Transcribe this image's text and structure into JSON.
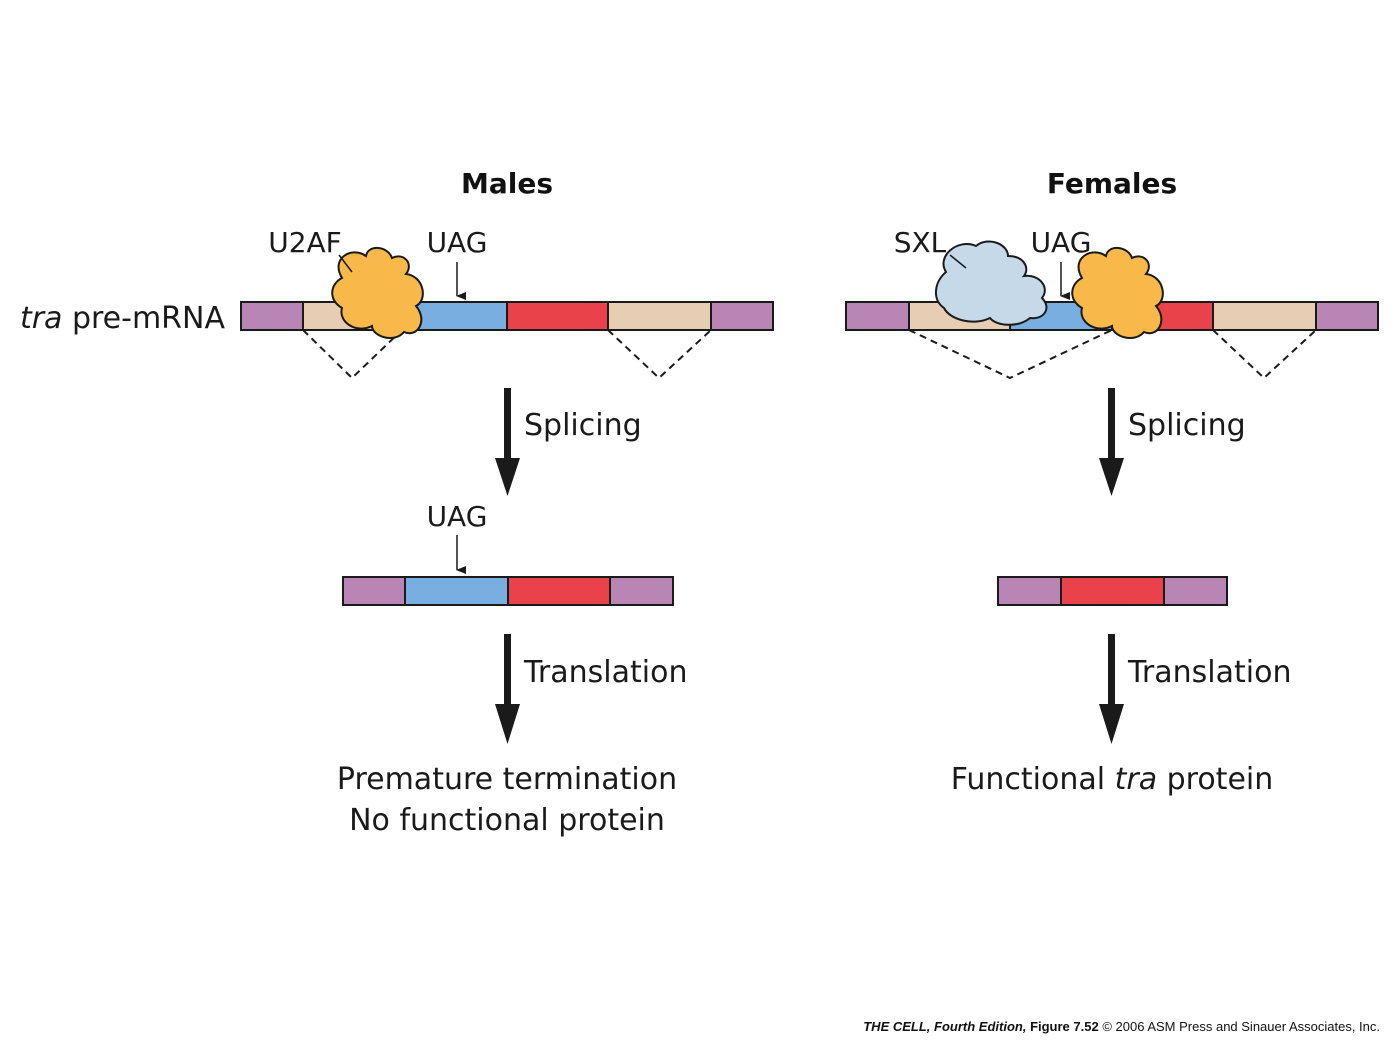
{
  "colors": {
    "exon_flank": "#b985b4",
    "intron": "#e7cdb3",
    "exon_uag": "#78aee0",
    "exon_coding": "#e9424a",
    "u2af": "#f8b94a",
    "sxl": "#c6d9e8",
    "outline": "#1a1a1a"
  },
  "icons": {
    "u2af": "u2af-protein-blob-icon",
    "sxl": "sxl-protein-blob-icon",
    "arrow": "down-arrow-icon"
  },
  "males": {
    "title": "Males",
    "pre_mrna_label_italic": "tra",
    "pre_mrna_label_rest": " pre-mRNA",
    "factor_label": "U2AF",
    "stop_codon_label": "UAG",
    "step1_label": "Splicing",
    "mrna_stop_codon_label": "UAG",
    "step2_label": "Translation",
    "outcome_line1": "Premature termination",
    "outcome_line2": "No functional protein"
  },
  "females": {
    "title": "Females",
    "factor_label": "SXL",
    "stop_codon_label": "UAG",
    "step1_label": "Splicing",
    "step2_label": "Translation",
    "outcome_part1": "Functional ",
    "outcome_italic": "tra",
    "outcome_part2": " protein"
  },
  "credit": {
    "book": "THE CELL, Fourth Edition,",
    "figure": "Figure 7.52",
    "copyright": "© 2006 ASM Press and Sinauer Associates, Inc."
  }
}
